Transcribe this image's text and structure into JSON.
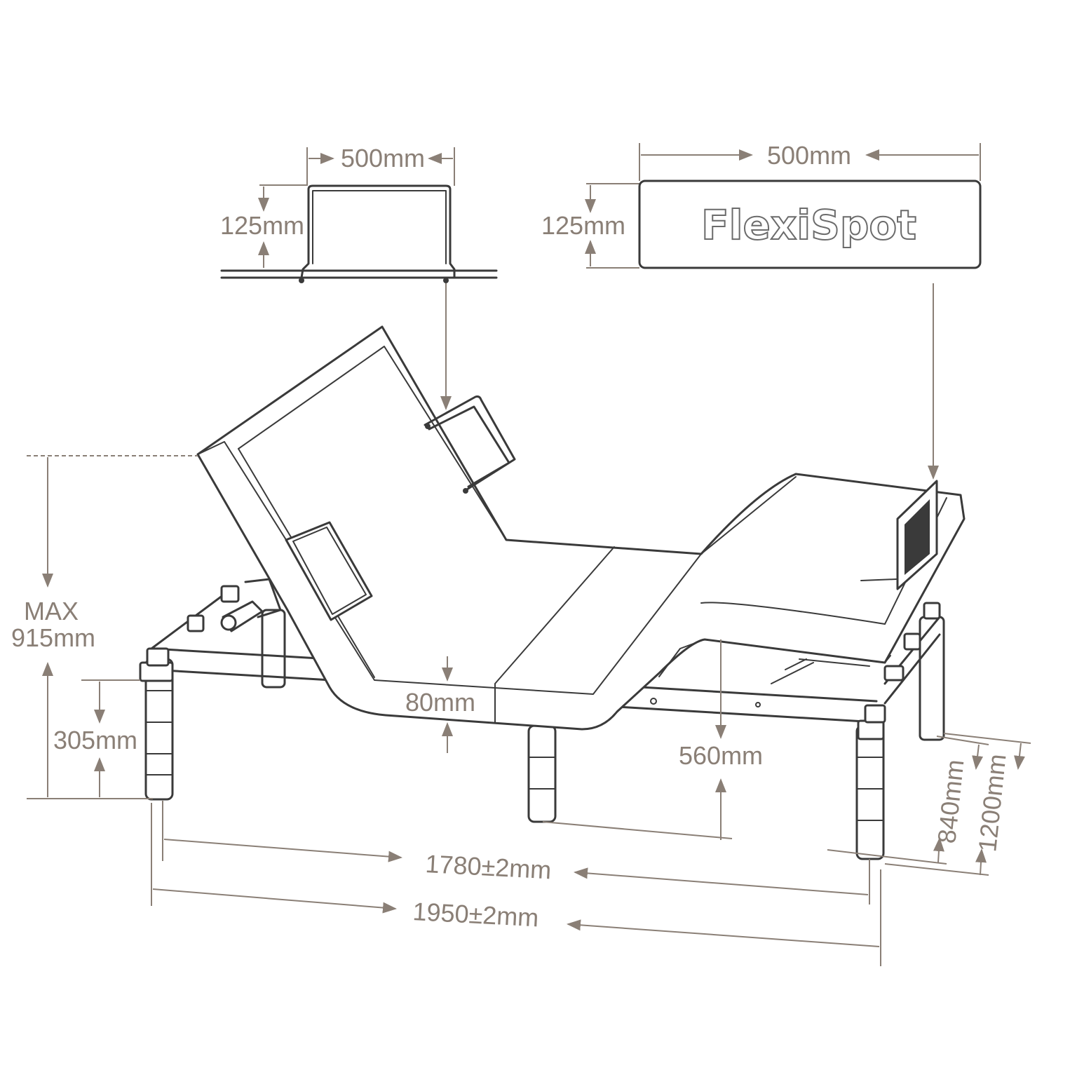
{
  "dimensions": {
    "rail_width": "500mm",
    "rail_height": "125mm",
    "footboard_width": "500mm",
    "footboard_height": "125mm",
    "max_label": "MAX",
    "max_height": "915mm",
    "leg_height": "305mm",
    "mattress_thickness": "80mm",
    "clearance": "560mm",
    "frame_length_inner": "1780±2mm",
    "frame_length_outer": "1950±2mm",
    "width_inner": "840mm",
    "width_outer": "1200mm"
  },
  "footboard_logo": "FlexiSpot",
  "colors": {
    "dimension_lines": "#8a7f76",
    "outline": "#3a3a3a",
    "background": "#ffffff"
  }
}
